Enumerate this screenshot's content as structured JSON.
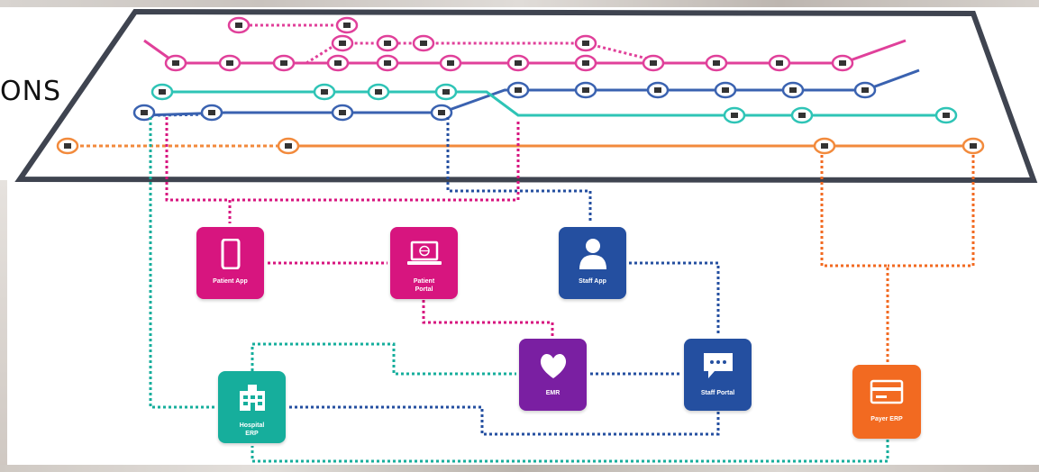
{
  "cut_label": "ONS",
  "nodes": [
    {
      "key": "patient_app",
      "label": "Patient App",
      "color": "#d7157f",
      "icon": "smartphone-icon"
    },
    {
      "key": "patient_portal",
      "label": "Patient\nPortal",
      "color": "#d7157f",
      "icon": "laptop-globe-icon"
    },
    {
      "key": "staff_app",
      "label": "Staff App",
      "color": "#244fa0",
      "icon": "staff-person-icon"
    },
    {
      "key": "emr",
      "label": "EMR",
      "color": "#7a1fa2",
      "icon": "heart-icon"
    },
    {
      "key": "staff_portal",
      "label": "Staff Portal",
      "color": "#244fa0",
      "icon": "chat-bubble-icon"
    },
    {
      "key": "hospital_erp",
      "label": "Hospital\nERP",
      "color": "#16ae9c",
      "icon": "hospital-building-icon"
    },
    {
      "key": "payer_erp",
      "label": "Payer ERP",
      "color": "#f26a21",
      "icon": "payment-card-icon"
    }
  ],
  "journey_lines": [
    {
      "name": "pink-line",
      "color": "#e0409a"
    },
    {
      "name": "blue-line",
      "color": "#3a62b0"
    },
    {
      "name": "teal-line",
      "color": "#2ec4b6"
    },
    {
      "name": "orange-line",
      "color": "#f28a3c"
    }
  ],
  "connectors": [
    {
      "from": "patient_app",
      "to": "patient_portal",
      "color": "#d7157f"
    },
    {
      "from": "patient_portal",
      "to": "emr",
      "color": "#d7157f"
    },
    {
      "from": "emr",
      "to": "staff_portal",
      "color": "#244fa0"
    },
    {
      "from": "staff_portal",
      "to": "staff_app",
      "color": "#244fa0"
    },
    {
      "from": "emr",
      "to": "hospital_erp",
      "color": "#16ae9c"
    },
    {
      "from": "staff_portal",
      "to": "hospital_erp",
      "color": "#244fa0"
    },
    {
      "from": "payer_erp",
      "to": "hospital_erp",
      "color": "#16ae9c"
    }
  ]
}
